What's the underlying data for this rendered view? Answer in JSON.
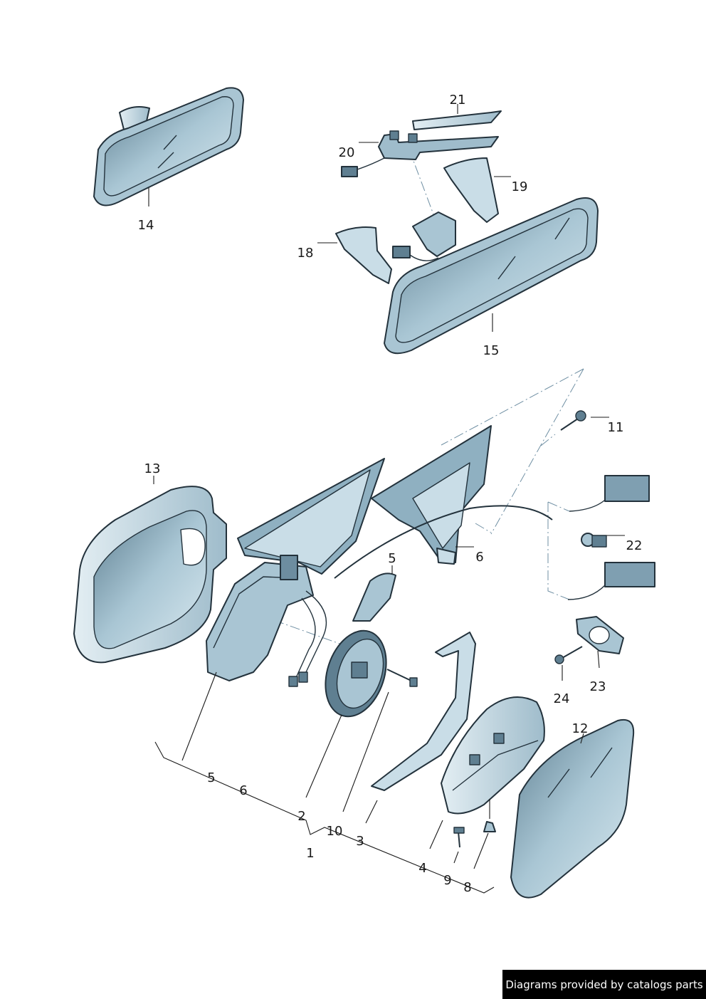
{
  "diagram": {
    "callouts": [
      "1",
      "2",
      "3",
      "4",
      "5",
      "5",
      "6",
      "6",
      "8",
      "9",
      "10",
      "11",
      "12",
      "13",
      "14",
      "15",
      "18",
      "19",
      "20",
      "21",
      "22",
      "23",
      "24"
    ]
  },
  "credit": "Diagrams provided by catalogs parts",
  "colors": {
    "part_fill_light": "#c9dde7",
    "part_fill_mid": "#a9c5d3",
    "part_fill_dark": "#5f7f91",
    "outline": "#23323c",
    "dash_line": "#6f8fa3",
    "credit_bg": "#000000",
    "credit_text": "#ffffff"
  }
}
